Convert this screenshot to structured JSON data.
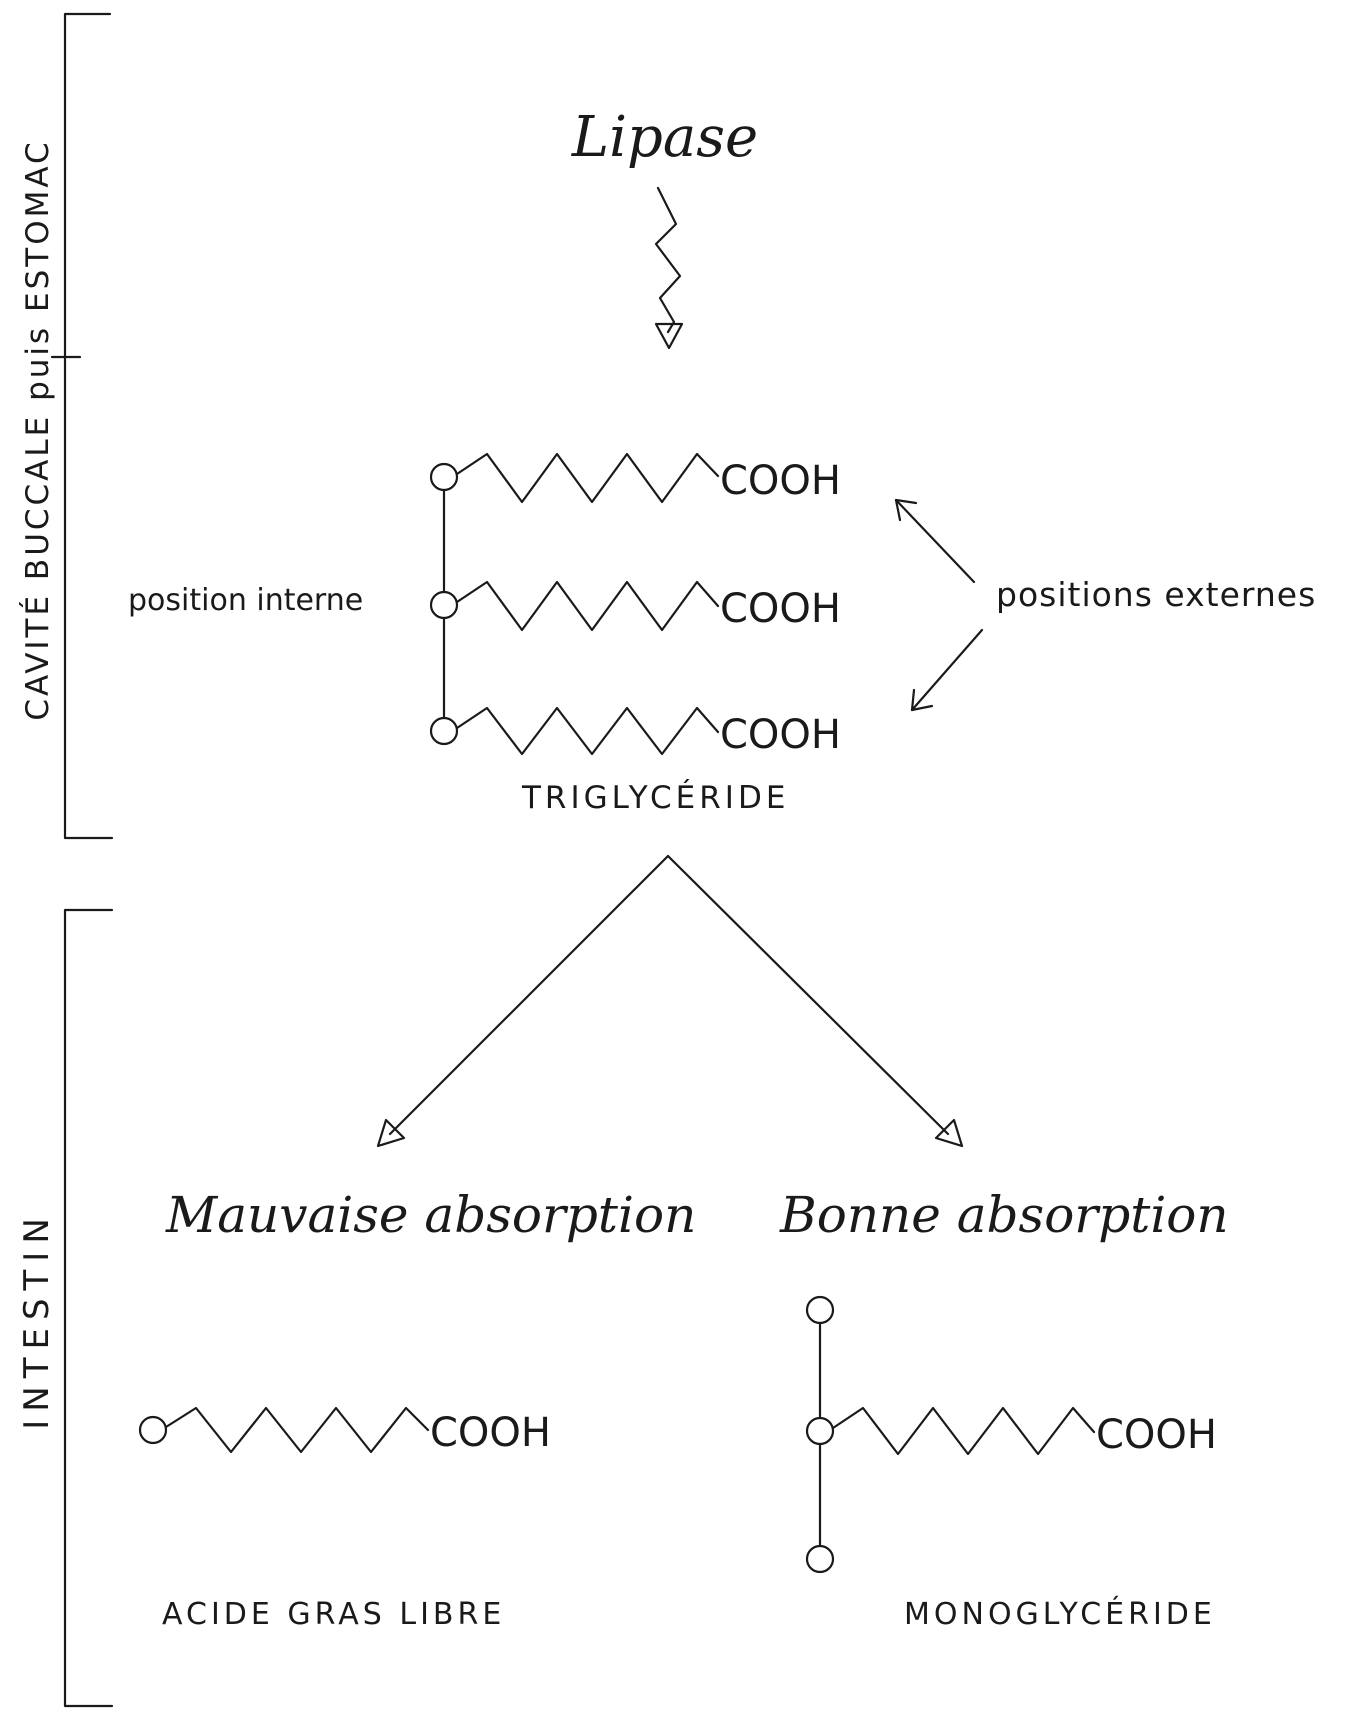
{
  "side_labels": {
    "upper": "CAVITÉ BUCCALE puis ESTOMAC",
    "lower": "INTESTIN"
  },
  "enzyme": "Lipase",
  "acid_group": "COOH",
  "triglyceride": {
    "name": "TRIGLYCÉRIDE",
    "internal_label": "position interne",
    "external_label": "positions externes"
  },
  "outcomes": {
    "bad": {
      "title": "Mauvaise absorption",
      "product": "ACIDE GRAS LIBRE"
    },
    "good": {
      "title": "Bonne absorption",
      "product": "MONOGLYCÉRIDE"
    }
  },
  "colors": {
    "ink": "#1a1a1a",
    "background": "#ffffff"
  }
}
